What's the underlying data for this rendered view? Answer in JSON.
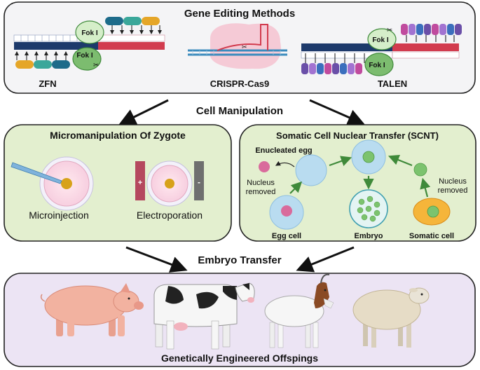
{
  "top": {
    "title": "Gene Editing Methods",
    "zfn_label": "ZFN",
    "crispr_label": "CRISPR-Cas9",
    "talen_label": "TALEN",
    "fok1": "Fok I",
    "fok2": "Fok I",
    "fok3": "Fok I",
    "fok4": "Fok I"
  },
  "middle": {
    "title": "Cell Manipulation",
    "micro": {
      "title": "Micromanipulation Of Zygote",
      "microinjection": "Microinjection",
      "electroporation": "Electroporation",
      "plus": "+",
      "minus": "-"
    },
    "scnt": {
      "title": "Somatic Cell Nuclear Transfer (SCNT)",
      "enucleated_egg": "Enucleated egg",
      "nucleus_removed_left_1": "Nucleus",
      "nucleus_removed_left_2": "removed",
      "nucleus_removed_right_1": "Nucleus",
      "nucleus_removed_right_2": "removed",
      "egg_cell": "Egg cell",
      "embryo": "Embryo",
      "somatic_cell": "Somatic cell"
    }
  },
  "transfer": {
    "title": "Embryo Transfer"
  },
  "bottom": {
    "title": "Genetically Engineered Offspings"
  },
  "colors": {
    "panel_top": "#f4f4f6",
    "panel_green": "#e3efcf",
    "panel_purple": "#ece4f4",
    "accent_green": "#3f8a3a",
    "dna_red": "#d23b4e",
    "dna_navy": "#1d3a6b"
  }
}
